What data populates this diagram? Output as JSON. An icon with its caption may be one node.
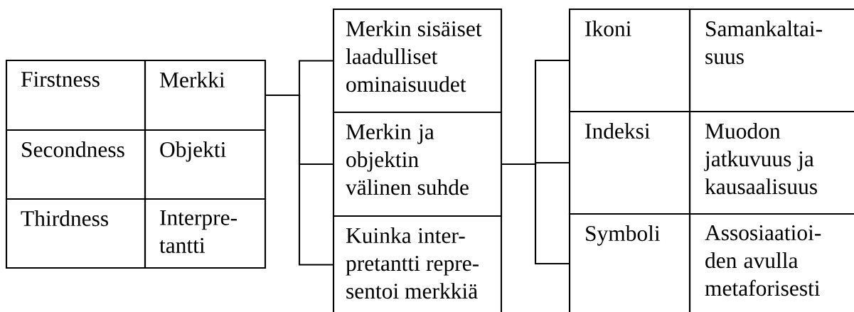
{
  "diagram": {
    "nodes": [
      {
        "text": [
          "Firstness"
        ]
      },
      {
        "text": [
          "Merkki"
        ]
      },
      {
        "text": [
          "Secondness"
        ]
      },
      {
        "text": [
          "Objekti"
        ]
      },
      {
        "text": [
          "Thirdness"
        ]
      },
      {
        "text": [
          "Interpre-tantti"
        ]
      },
      {
        "text": [
          "Merkin sisäiset laadulliset ominaisuudet"
        ]
      },
      {
        "text": [
          "Merkin ja objektin välinen suhde"
        ]
      },
      {
        "text": [
          "Kuinka inter-pretantti repre-sentoi merkkiä"
        ]
      },
      {
        "text": [
          "Ikoni"
        ]
      },
      {
        "text": [
          "Samankaltai-suus"
        ]
      },
      {
        "text": [
          "Indeksi"
        ]
      },
      {
        "text": [
          "Muodon jatkuvuus ja kausaalisuus"
        ]
      },
      {
        "text": [
          "Symboli"
        ]
      },
      {
        "text": [
          "Assosiaatioi-den avulla metaforisesti"
        ]
      }
    ],
    "edges": [
      {
        "from": 1,
        "to": 6,
        "arrow": "none"
      },
      {
        "from": 1,
        "to": 7,
        "arrow": "none"
      },
      {
        "from": 1,
        "to": 8,
        "arrow": "none"
      },
      {
        "from": 7,
        "to": 9,
        "arrow": "none"
      },
      {
        "from": 7,
        "to": 11,
        "arrow": "none"
      },
      {
        "from": 7,
        "to": 13,
        "arrow": "none"
      }
    ]
  }
}
